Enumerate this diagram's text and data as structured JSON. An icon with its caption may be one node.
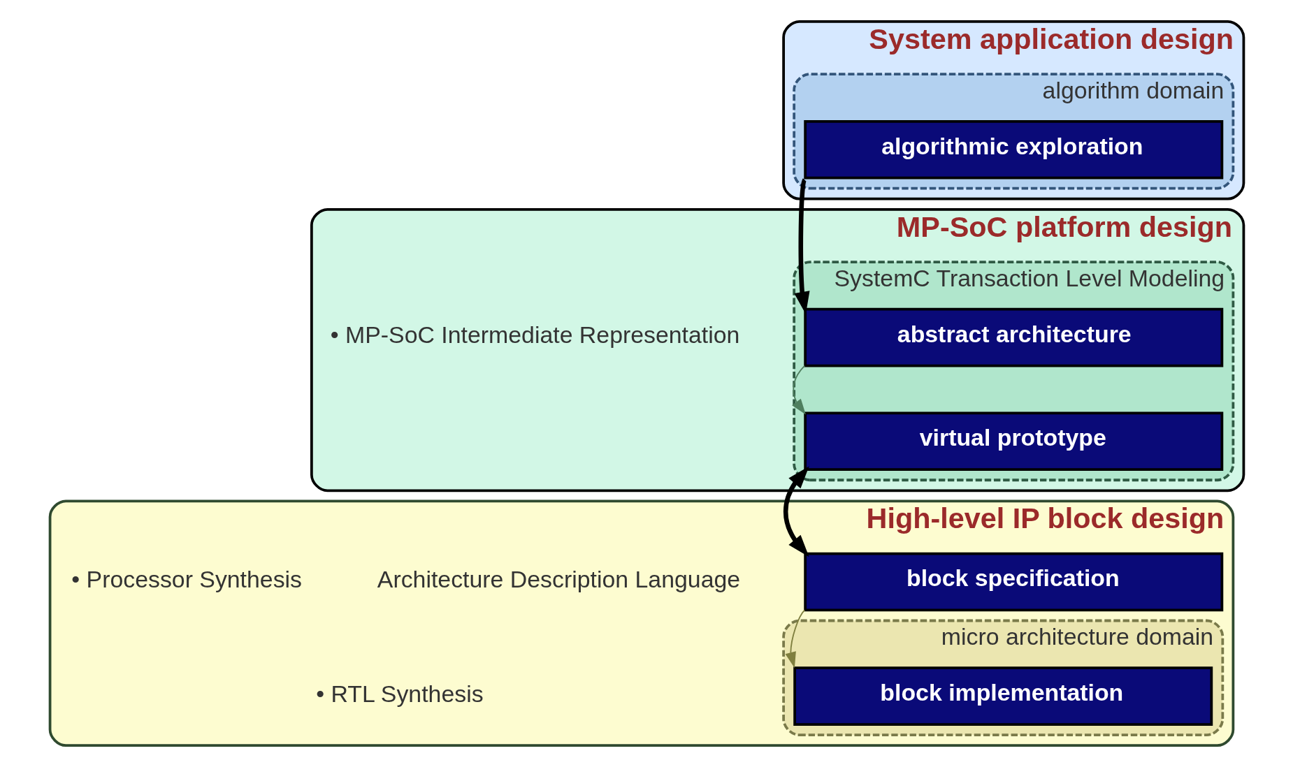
{
  "diagram": {
    "nodes": [
      {
        "text": [
          "System application design"
        ]
      },
      {
        "text": [
          "algorithm domain"
        ],
        "in": 0
      },
      {
        "text": [
          "algorithmic exploration"
        ],
        "in": 1
      },
      {
        "text": [
          "MP-SoC platform design"
        ]
      },
      {
        "text": [
          "SystemC Transaction Level Modeling"
        ],
        "in": 3
      },
      {
        "text": [
          "abstract architecture"
        ],
        "in": 4
      },
      {
        "text": [
          "virtual prototype"
        ],
        "in": 4
      },
      {
        "text": [
          "High-level IP block design"
        ]
      },
      {
        "text": [
          "block specification"
        ],
        "in": 7
      },
      {
        "text": [
          "micro architecture domain"
        ],
        "in": 7
      },
      {
        "text": [
          "block implementation"
        ],
        "in": 9
      }
    ],
    "edges": [
      {
        "from": 2,
        "to": 5,
        "arrow": "to",
        "style": "thick"
      },
      {
        "from": 5,
        "to": 6,
        "arrow": "to",
        "color": "#4f7f5f"
      },
      {
        "from": 6,
        "to": 8,
        "arrow": "both",
        "style": "thick"
      },
      {
        "from": 8,
        "to": 10,
        "arrow": "to",
        "color": "#7f7f3f"
      }
    ],
    "labels": [
      "• MP-SoC Intermediate Representation",
      "Architecture Description Language",
      "• Processor Synthesis",
      "• RTL Synthesis"
    ]
  }
}
